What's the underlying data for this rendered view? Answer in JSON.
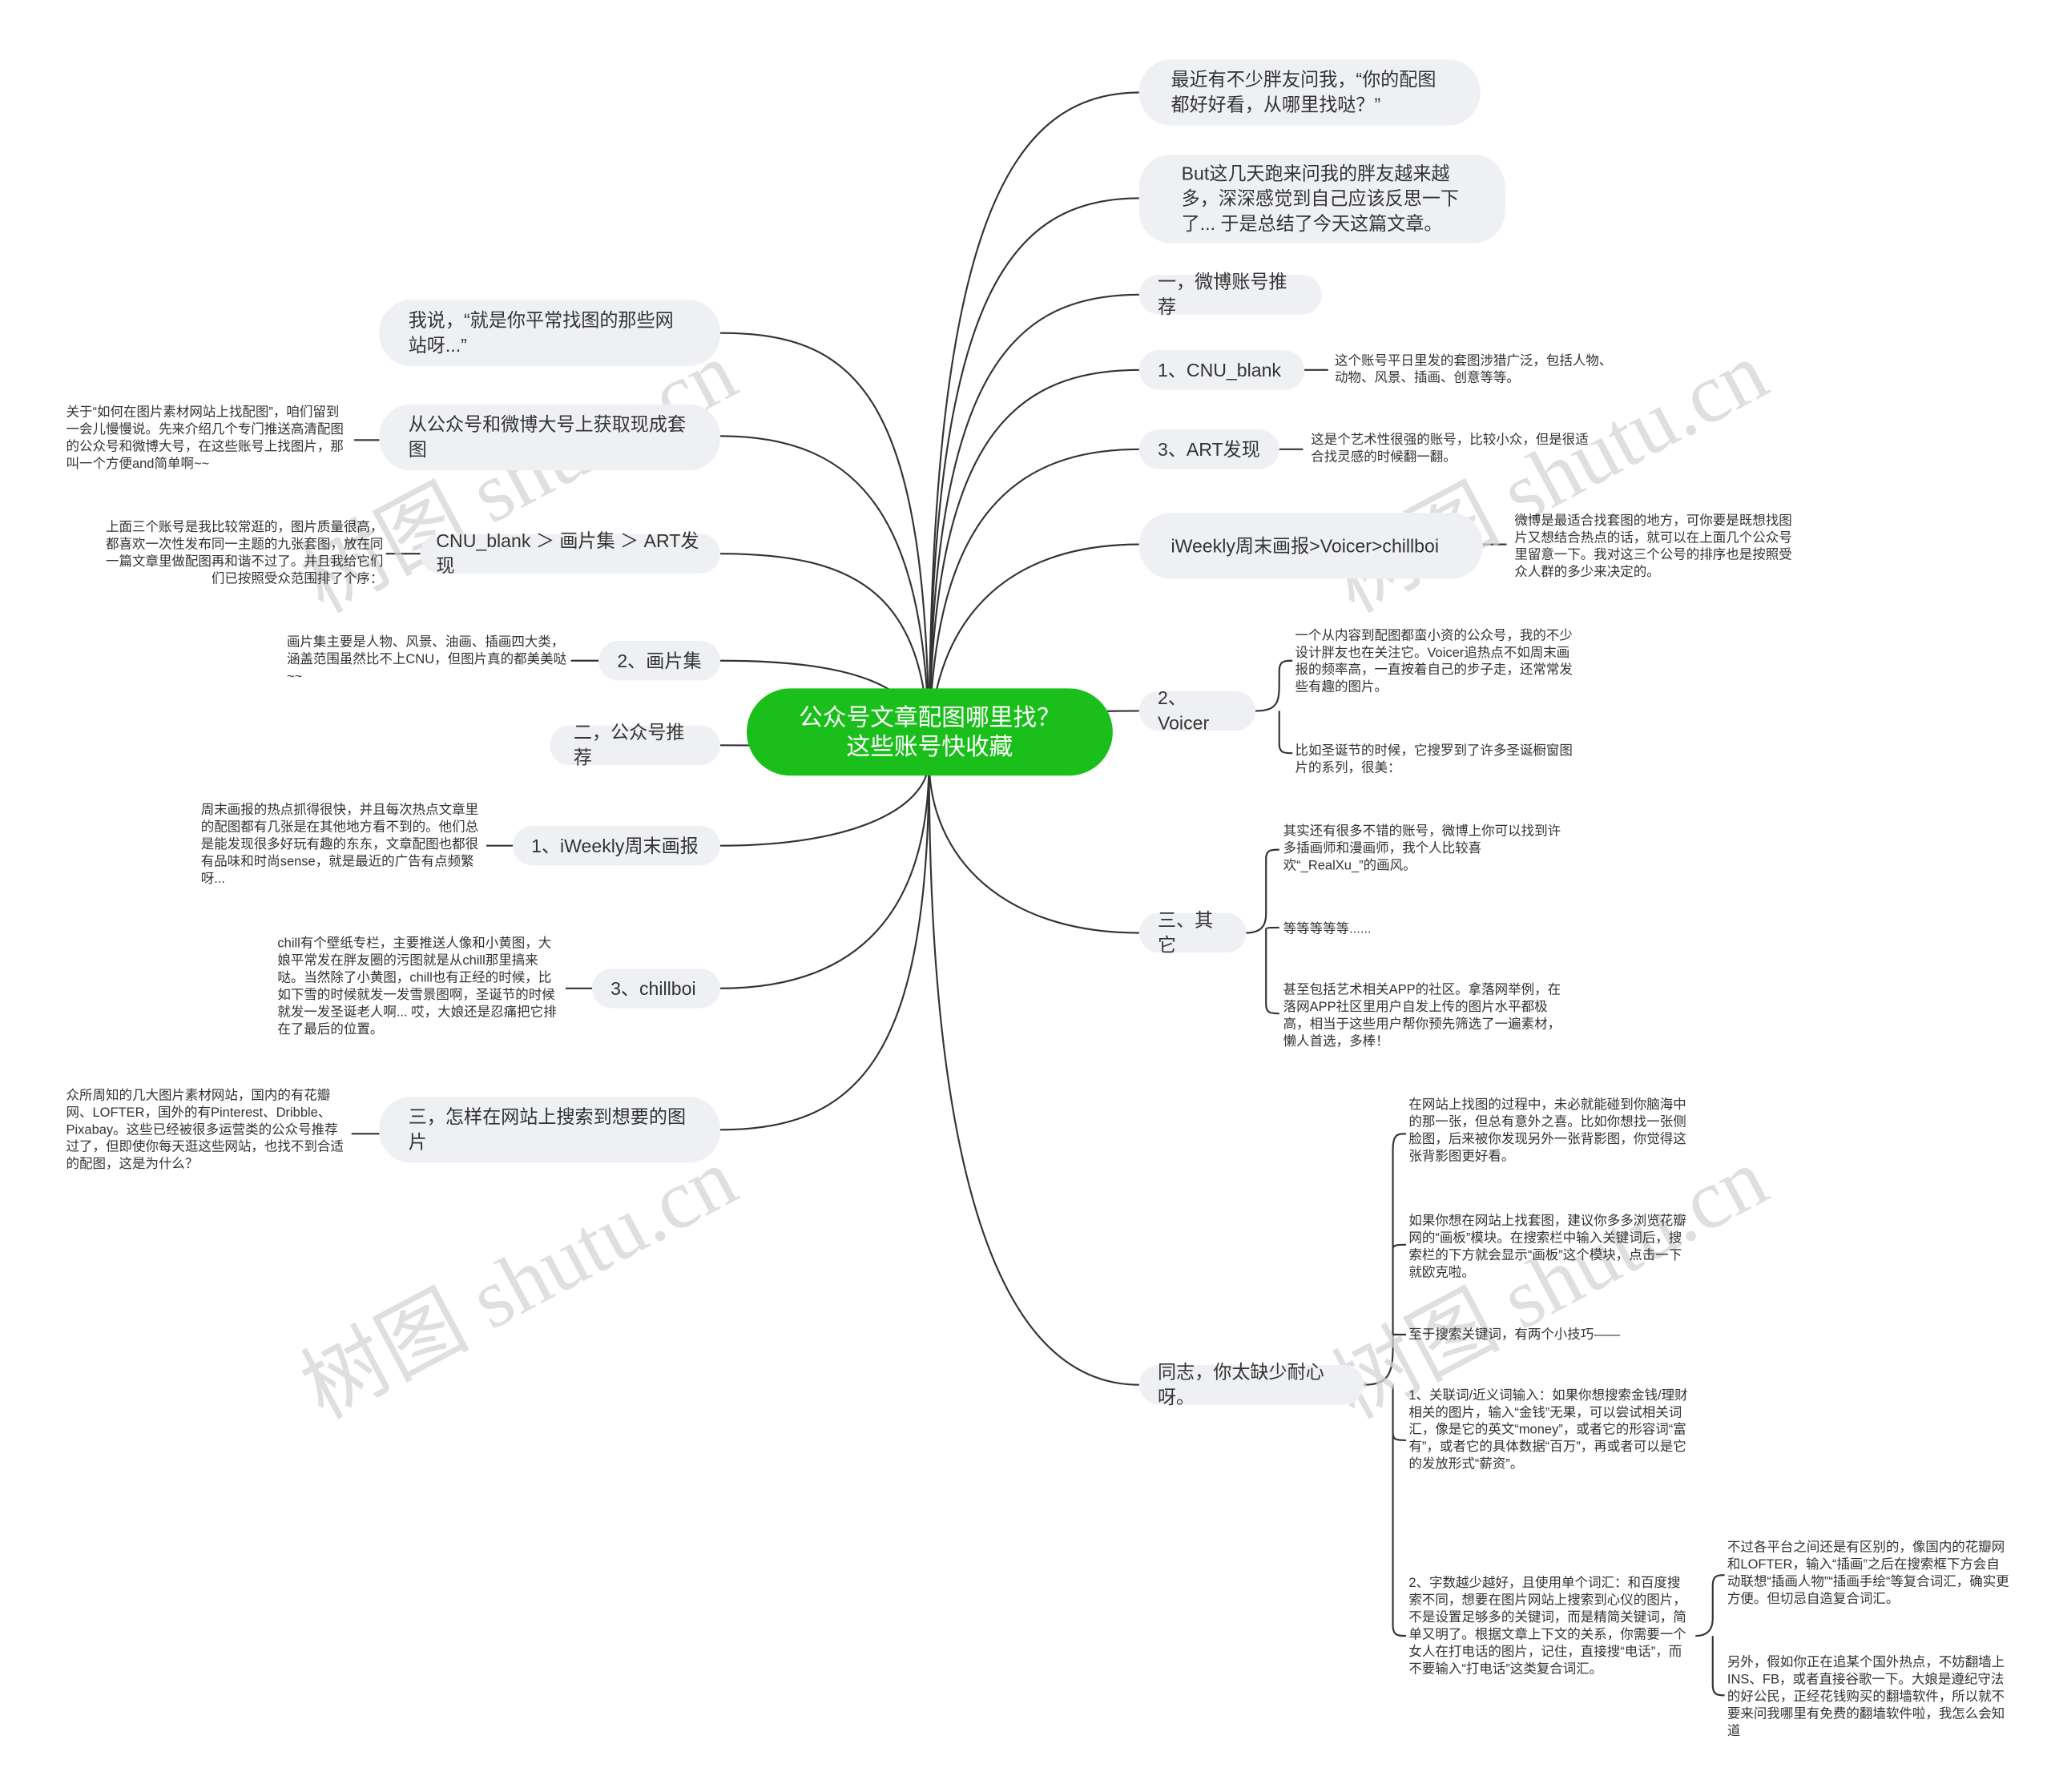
{
  "center": {
    "line1": "公众号文章配图哪里找？",
    "line2": "这些账号快收藏"
  },
  "watermark": "树图 shutu.cn",
  "right": {
    "r1": "最近有不少胖友问我，“你的配图都好好看，从哪里找哒？”",
    "r2": "But这几天跑来问我的胖友越来越多，深深感觉到自己应该反思一下了... 于是总结了今天这篇文章。",
    "r3": "一，微博账号推荐",
    "r4": {
      "label": "1、CNU_blank",
      "note": "这个账号平日里发的套图涉猎广泛，包括人物、动物、风景、插画、创意等等。"
    },
    "r5": {
      "label": "3、ART发现",
      "note": "这是个艺术性很强的账号，比较小众，但是很适合找灵感的时候翻一翻。"
    },
    "r6": {
      "label": "iWeekly周末画报>Voicer>chillboi",
      "note": "微博是最适合找套图的地方，可你要是既想找图片又想结合热点的话，就可以在上面几个公众号里留意一下。我对这三个公号的排序也是按照受众人群的多少来决定的。"
    },
    "r7": {
      "label": "2、Voicer",
      "note1": "一个从内容到配图都蛮小资的公众号，我的不少设计胖友也在关注它。Voicer追热点不如周末画报的频率高，一直按着自己的步子走，还常常发些有趣的图片。",
      "note2": "比如圣诞节的时候，它搜罗到了许多圣诞橱窗图片的系列，很美："
    },
    "r8": {
      "label": "三、其它",
      "note1": "其实还有很多不错的账号，微博上你可以找到许多插画师和漫画师，我个人比较喜欢“_RealXu_”的画风。",
      "note2": "等等等等等......",
      "note3": "甚至包括艺术相关APP的社区。拿落网举例，在落网APP社区里用户自发上传的图片水平都极高，相当于这些用户帮你预先筛选了一遍素材，懒人首选，多棒！"
    },
    "r9": {
      "label": "同志，你太缺少耐心呀。",
      "note1": "在网站上找图的过程中，未必就能碰到你脑海中的那一张，但总有意外之喜。比如你想找一张侧脸图，后来被你发现另外一张背影图，你觉得这张背影图更好看。",
      "note2": "如果你想在网站上找套图，建议你多多浏览花瓣网的“画板”模块。在搜索栏中输入关键词后，搜索栏的下方就会显示“画板”这个模块，点击一下就欧克啦。",
      "note3": "至于搜索关键词，有两个小技巧——",
      "note4": "1、关联词/近义词输入：如果你想搜索金钱/理财相关的图片，输入“金钱”无果，可以尝试相关词汇，像是它的英文“money”，或者它的形容词“富有”，或者它的具体数据“百万”，再或者可以是它的发放形式“薪资”。",
      "note5": "2、字数越少越好，且使用单个词汇：和百度搜索不同，想要在图片网站上搜索到心仪的图片，不是设置足够多的关键词，而是精简关键词，简单又明了。根据文章上下文的关系，你需要一个女人在打电话的图片，记住，直接搜“电话”，而不要输入“打电话”这类复合词汇。",
      "sub1": "不过各平台之间还是有区别的，像国内的花瓣网和LOFTER，输入“插画”之后在搜索框下方会自动联想“插画人物”“插画手绘“等复合词汇，确实更方便。但切忌自造复合词汇。",
      "sub2": "另外，假如你正在追某个国外热点，不妨翻墙上INS、FB，或者直接谷歌一下。大娘是遵纪守法的好公民，正经花钱购买的翻墙软件，所以就不要来问我哪里有免费的翻墙软件啦，我怎么会知道"
    }
  },
  "left": {
    "l1": "我说，“就是你平常找图的那些网站呀...”",
    "l2": {
      "label": "从公众号和微博大号上获取现成套图",
      "note": "关于“如何在图片素材网站上找配图”，咱们留到一会儿慢慢说。先来介绍几个专门推送高清配图的公众号和微博大号，在这些账号上找图片，那叫一个方便and简单啊~~"
    },
    "l3": {
      "label": "CNU_blank ＞ 画片集 ＞ ART发现",
      "note": "上面三个账号是我比较常逛的，图片质量很高，都喜欢一次性发布同一主题的九张套图，放在同一篇文章里做配图再和谐不过了。并且我给它们们已按照受众范围排了个序："
    },
    "l4": {
      "label": "2、画片集",
      "note": "画片集主要是人物、风景、油画、插画四大类，涵盖范围虽然比不上CNU，但图片真的都美美哒~~"
    },
    "l5": "二，公众号推荐",
    "l6": {
      "label": "1、iWeekly周末画报",
      "note": "周末画报的热点抓得很快，并且每次热点文章里的配图都有几张是在其他地方看不到的。他们总是能发现很多好玩有趣的东东，文章配图也都很有品味和时尚sense，就是最近的广告有点频繁呀..."
    },
    "l7": {
      "label": "3、chillboi",
      "note": "chill有个壁纸专栏，主要推送人像和小黄图，大娘平常发在胖友圈的污图就是从chill那里搞来哒。当然除了小黄图，chill也有正经的时候，比如下雪的时候就发一发雪景图啊，圣诞节的时候就发一发圣诞老人啊... 哎，大娘还是忍痛把它排在了最后的位置。"
    },
    "l8": {
      "label": "三，怎样在网站上搜索到想要的图片",
      "note": "众所周知的几大图片素材网站，国内的有花瓣网、LOFTER，国外的有Pinterest、Dribble、Pixabay。这些已经被很多运营类的公众号推荐过了，但即使你每天逛这些网站，也找不到合适的配图，这是为什么？"
    }
  }
}
